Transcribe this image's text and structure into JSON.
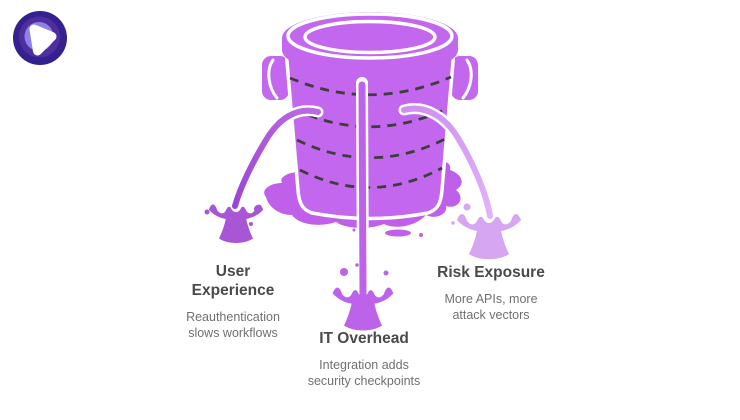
{
  "page": {
    "background": "#ffffff"
  },
  "logo": {
    "name": "concentric-rings-pick-logo",
    "colors": {
      "outer": "#35208f",
      "mid": "#4f2f9e",
      "inner": "#8f81ea",
      "pick": "#ffffff"
    }
  },
  "illustration": {
    "name": "leaky-bucket",
    "colors": {
      "bucket": "#c368ee",
      "puddle": "#c05fe9",
      "outline": "#ffffff",
      "dash": "#3d3d3d",
      "stream_center": "#bd63ea",
      "stream_left": "#a753d6",
      "stream_left_from": "#bb6ae4",
      "stream_left_to": "#9a44cf",
      "stream_right": "#d6a2f3",
      "stream_right_from": "#cf8ff0",
      "stream_right_to": "#e0b4f8",
      "splash_left": "#a855d6",
      "splash_center": "#bd63ea",
      "splash_right": "#d7a6f3"
    }
  },
  "labels": [
    {
      "id": "user-experience",
      "title": "User Experience",
      "description": "Reauthentication\nslows workflows"
    },
    {
      "id": "it-overhead",
      "title": "IT Overhead",
      "description": "Integration adds\nsecurity checkpoints"
    },
    {
      "id": "risk-exposure",
      "title": "Risk Exposure",
      "description": "More APIs, more\nattack vectors"
    }
  ],
  "text_colors": {
    "heading": "#4a4a4a",
    "body": "#707070"
  }
}
